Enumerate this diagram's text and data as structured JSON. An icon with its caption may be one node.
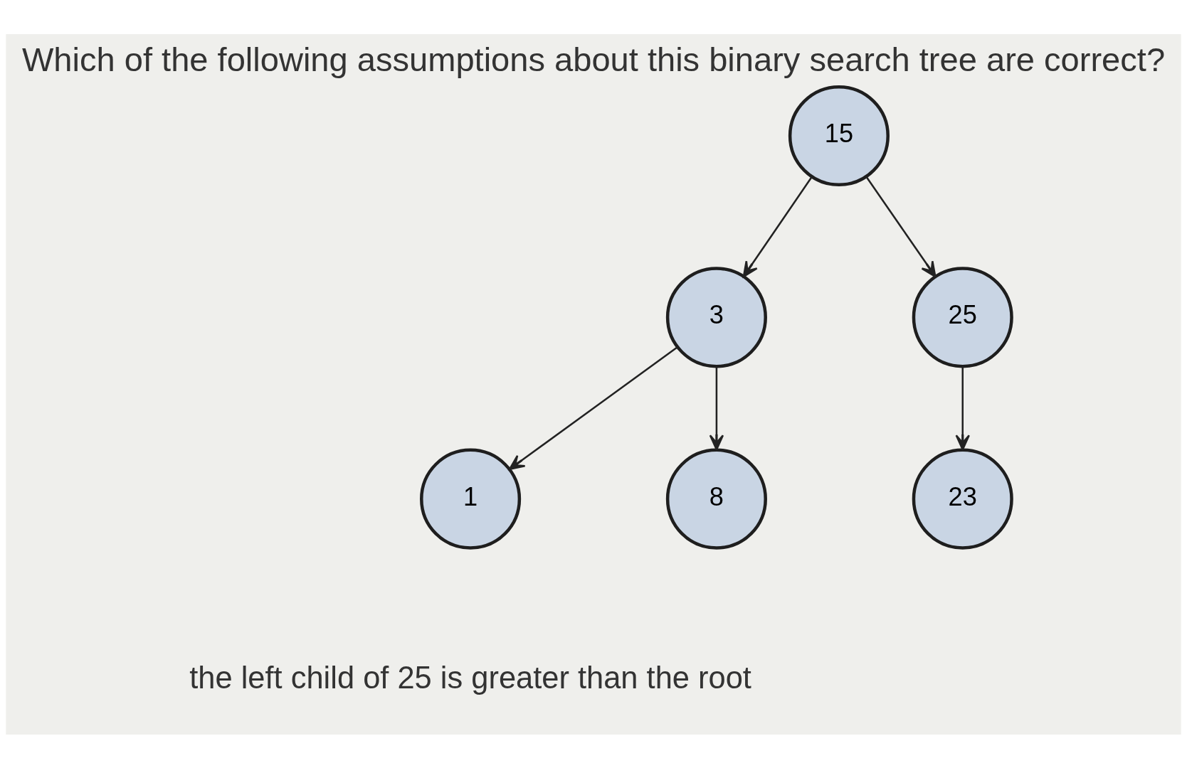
{
  "diagram": {
    "title": "Which of the following assumptions about this binary search tree are correct?",
    "nodes": [
      {
        "text": [
          "15"
        ]
      },
      {
        "text": [
          "3"
        ]
      },
      {
        "text": [
          "25"
        ]
      },
      {
        "text": [
          "1"
        ]
      },
      {
        "text": [
          "8"
        ]
      },
      {
        "text": [
          "23"
        ]
      }
    ],
    "edges": [
      {
        "from": 0,
        "to": 1,
        "arrow": "to"
      },
      {
        "from": 0,
        "to": 2,
        "arrow": "to"
      },
      {
        "from": 1,
        "to": 3,
        "arrow": "to"
      },
      {
        "from": 1,
        "to": 4,
        "arrow": "to"
      },
      {
        "from": 2,
        "to": 5,
        "arrow": "to"
      }
    ],
    "labels": [
      "the left child of 25 is greater than the root"
    ]
  }
}
